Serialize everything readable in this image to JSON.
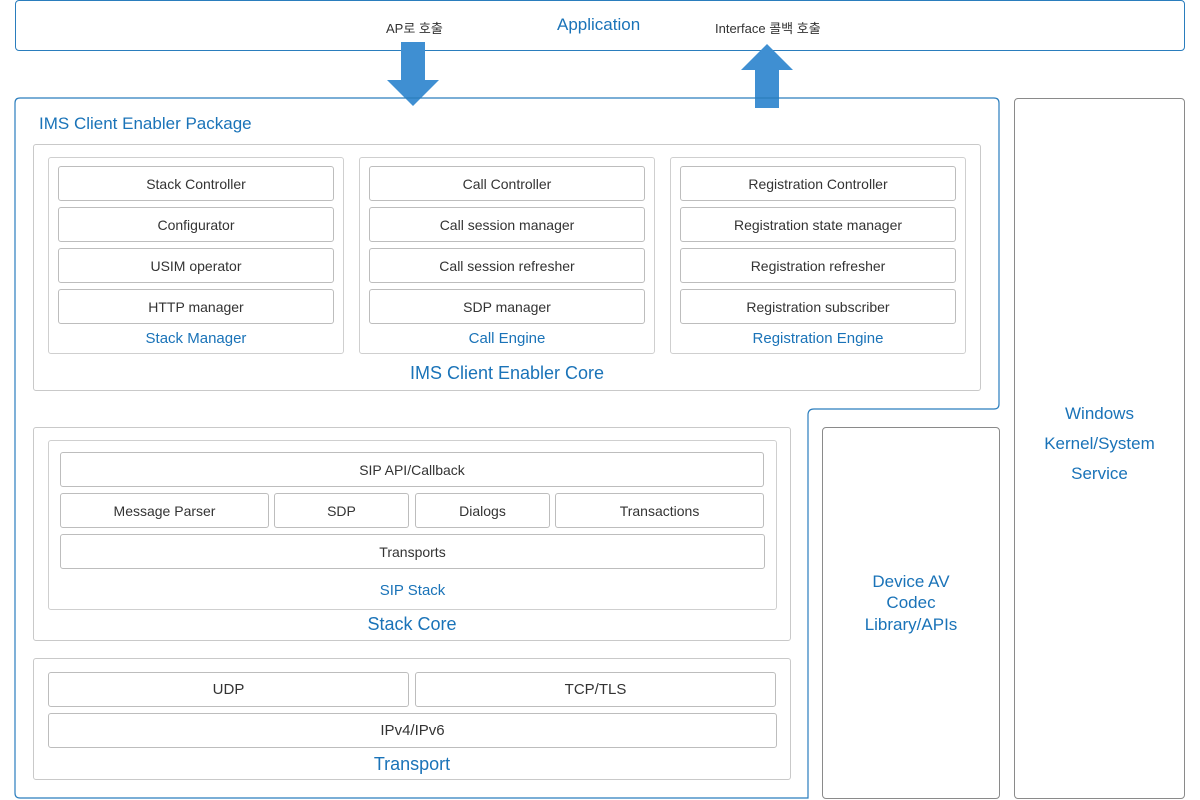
{
  "top": {
    "title": "Application",
    "left_call": "AP로 호출",
    "right_call": "Interface 콜백 호출"
  },
  "package": {
    "title": "IMS Client Enabler Package"
  },
  "core": {
    "title": "IMS Client Enabler Core",
    "stack_manager": {
      "title": "Stack Manager",
      "items": [
        "Stack Controller",
        "Configurator",
        "USIM operator",
        "HTTP manager"
      ]
    },
    "call_engine": {
      "title": "Call Engine",
      "items": [
        "Call Controller",
        "Call session manager",
        "Call session refresher",
        "SDP manager"
      ]
    },
    "registration_engine": {
      "title": "Registration Engine",
      "items": [
        "Registration Controller",
        "Registration state manager",
        "Registration refresher",
        "Registration subscriber"
      ]
    }
  },
  "stack_core": {
    "title": "Stack Core",
    "sip_stack": {
      "title": "SIP Stack",
      "api": "SIP API/Callback",
      "message_parser": "Message Parser",
      "sdp": "SDP",
      "dialogs": "Dialogs",
      "transactions": "Transactions",
      "transports": "Transports"
    }
  },
  "transport": {
    "title": "Transport",
    "udp": "UDP",
    "tcp_tls": "TCP/TLS",
    "ip": "IPv4/IPv6"
  },
  "side": {
    "device": "Device AV\nCodec\nLibrary/APIs",
    "windows": "Windows\nKernel/System\nService"
  },
  "colors": {
    "accent": "#1a73b8",
    "arrow": "#3f8fd2",
    "border_gray": "#c9c9c9"
  }
}
